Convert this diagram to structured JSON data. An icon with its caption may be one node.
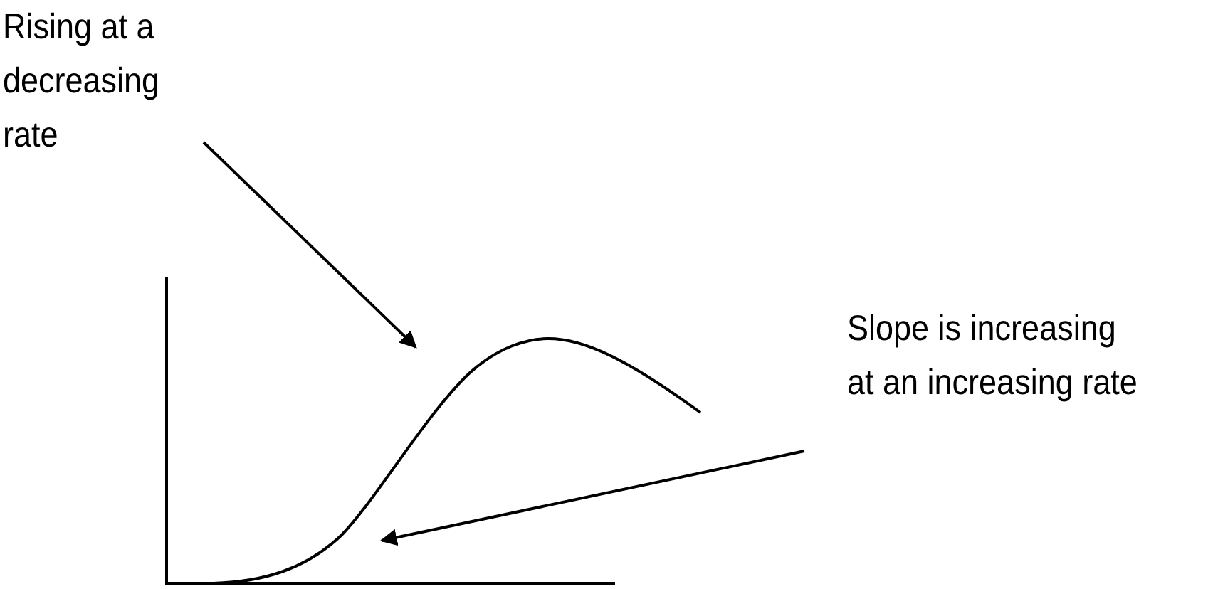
{
  "diagram": {
    "nodes": [
      {
        "text": [
          "Rising at a decreasing rate"
        ]
      },
      {
        "text": [
          "Slope is increasing at an increasing rate"
        ]
      }
    ],
    "edges": [
      {
        "from": 0,
        "to": null,
        "arrow": "to"
      },
      {
        "from": 1,
        "to": null,
        "arrow": "to"
      }
    ]
  }
}
